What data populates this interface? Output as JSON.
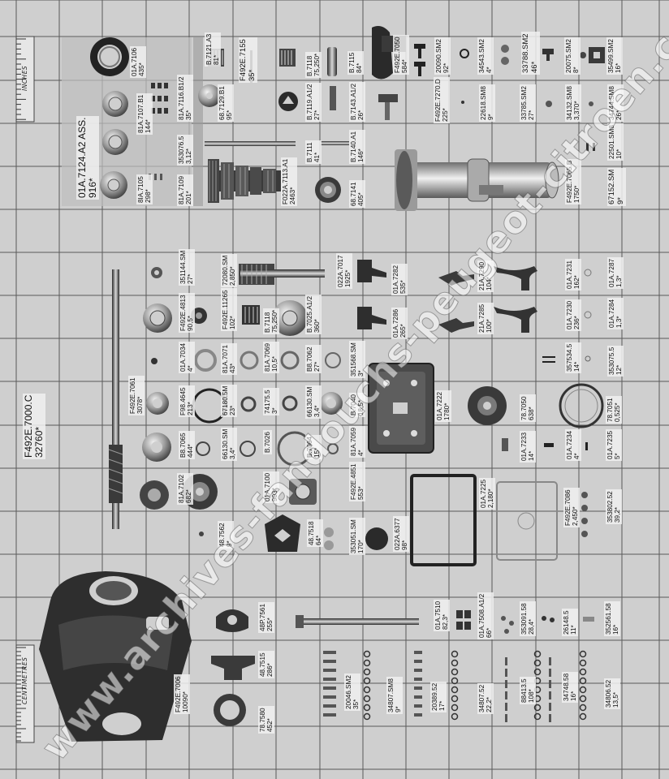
{
  "rulers": {
    "top": "INCHES",
    "bottom": "CENTIMETRES"
  },
  "watermark": "www.archives-fandouchs-peugeot-citroen.com",
  "colors": {
    "background": "#cfcfcf",
    "grid": "#5a5a5a",
    "watermark": "#ffffff"
  },
  "labels": [
    {
      "id": "l1",
      "text": "01A.7106\n435*"
    },
    {
      "id": "l2",
      "text": "B.7121.A3\n81*"
    },
    {
      "id": "l3",
      "text": "F492E.7155\n35*"
    },
    {
      "id": "l4",
      "text": "B.7118\n75,250*"
    },
    {
      "id": "l5",
      "text": "B.7115\n84*"
    },
    {
      "id": "l6",
      "text": "F492E.7050\n584*"
    },
    {
      "id": "l7",
      "text": "20090.SM2\n92*"
    },
    {
      "id": "l8",
      "text": "34543.SM2\n4*"
    },
    {
      "id": "l9",
      "text": "33788.SM2\n46*"
    },
    {
      "id": "l10",
      "text": "20075.SM2\n8*"
    },
    {
      "id": "l11",
      "text": "35499.SM2\n16*"
    },
    {
      "id": "l12",
      "text": "81A.7107.B1\n144*"
    },
    {
      "id": "l13",
      "text": "81A.7116.B1/2\n35*"
    },
    {
      "id": "l14",
      "text": "68.7129.B1\n95*"
    },
    {
      "id": "l15",
      "text": "B.7119.A1/2\n27*"
    },
    {
      "id": "l16",
      "text": "B.7143.A1/2\n26*"
    },
    {
      "id": "l17",
      "text": "F492E.7270.D\n225*"
    },
    {
      "id": "l18",
      "text": "22618.SM8\n9*"
    },
    {
      "id": "l19",
      "text": "33785.SM2\n27*"
    },
    {
      "id": "l20",
      "text": "34132.SM8\n3,370*"
    },
    {
      "id": "l21",
      "text": "34744.SM8\n26*"
    },
    {
      "id": "l22",
      "text": "01A.7124.A2 ASS.\n916*"
    },
    {
      "id": "l23",
      "text": "353076.5\n3,12*"
    },
    {
      "id": "l24",
      "text": "B.7111\n41*"
    },
    {
      "id": "l25",
      "text": "B.7140.A1\n146*"
    },
    {
      "id": "l26",
      "text": "22501.SM8\n10*"
    },
    {
      "id": "l27",
      "text": "8IA.7105\n298*"
    },
    {
      "id": "l28",
      "text": "81A.7109\n201*"
    },
    {
      "id": "l29",
      "text": "F022A.7113.A1\n2463*"
    },
    {
      "id": "l30",
      "text": "68.7141\n405*"
    },
    {
      "id": "l31",
      "text": "F492E.7065.B\n1750*"
    },
    {
      "id": "l32",
      "text": "67152.SM\n9*"
    },
    {
      "id": "l33",
      "text": "351144.SM\n27*"
    },
    {
      "id": "l34",
      "text": "72080.SM\n2,850*"
    },
    {
      "id": "l35",
      "text": "022A.7017\n1925*"
    },
    {
      "id": "l36",
      "text": "01A.7282\n535*"
    },
    {
      "id": "l37",
      "text": "21A.7290\n104*"
    },
    {
      "id": "l38",
      "text": "01A.7231\n162*"
    },
    {
      "id": "l39",
      "text": "01A.7287\n1,3*"
    },
    {
      "id": "l40",
      "text": "F492E.4813\n90,5*"
    },
    {
      "id": "l41",
      "text": "F492E.11265\n102*"
    },
    {
      "id": "l42",
      "text": "B.7118\n75,250*"
    },
    {
      "id": "l43",
      "text": "B.7025.A1/2\n360*"
    },
    {
      "id": "l44",
      "text": "01A.7286\n265*"
    },
    {
      "id": "l45",
      "text": "21A.7285\n100*"
    },
    {
      "id": "l46",
      "text": "01A.7230\n236*"
    },
    {
      "id": "l47",
      "text": "01A.7284\n1,3*"
    },
    {
      "id": "l48",
      "text": "01A.7034\n4*"
    },
    {
      "id": "l49",
      "text": "81A.7071\n43*"
    },
    {
      "id": "l50",
      "text": "81A.7069\n10,5*"
    },
    {
      "id": "l51",
      "text": "B8.7062\n27*"
    },
    {
      "id": "l52",
      "text": "351568.SM\n3*"
    },
    {
      "id": "l53",
      "text": "357534.5\n14*"
    },
    {
      "id": "l54",
      "text": "353075.5\n12*"
    },
    {
      "id": "l55",
      "text": "F492E.7061\n3078*"
    },
    {
      "id": "l56",
      "text": "F98.4645\n213*"
    },
    {
      "id": "l57",
      "text": "67180.5M\n23*"
    },
    {
      "id": "l58",
      "text": "74175.5\n3*"
    },
    {
      "id": "l59",
      "text": "66130.SM\n3,4*"
    },
    {
      "id": "l60",
      "text": "B.7040\n18,5*"
    },
    {
      "id": "l61",
      "text": "01A.7222\n1780*"
    },
    {
      "id": "l62",
      "text": "78.7050\n638*"
    },
    {
      "id": "l63",
      "text": "78.7051\n0,525*"
    },
    {
      "id": "l64",
      "text": "B8.7065\n444*"
    },
    {
      "id": "l65",
      "text": "66130.SM\n3,4*"
    },
    {
      "id": "l66",
      "text": "B.7026"
    },
    {
      "id": "l67",
      "text": "B.7064\n15*"
    },
    {
      "id": "l68",
      "text": "81A.7059\n4*"
    },
    {
      "id": "l69",
      "text": "01A.7233\n14*"
    },
    {
      "id": "l70",
      "text": "01A.7234\n4*"
    },
    {
      "id": "l71",
      "text": "01A.7235\n5*"
    },
    {
      "id": "l72",
      "text": "81A.7102\n682*"
    },
    {
      "id": "l73",
      "text": "01A.7100\n903*"
    },
    {
      "id": "l74",
      "text": "F492E.4851\n553*"
    },
    {
      "id": "l75",
      "text": "01A.7225\n2,180*"
    },
    {
      "id": "l76",
      "text": "F492E.7086\n2,450*"
    },
    {
      "id": "l77",
      "text": "353802.52\n39,2*"
    },
    {
      "id": "l78",
      "text": "48.7562\n9*"
    },
    {
      "id": "l79",
      "text": "48.7518\n64*"
    },
    {
      "id": "l80",
      "text": "353051.SM\n170*"
    },
    {
      "id": "l81",
      "text": "022A.6377\n98*"
    },
    {
      "id": "l82",
      "text": "48P.7561\n255*"
    },
    {
      "id": "l83",
      "text": "01A.7510\n82,3*"
    },
    {
      "id": "l84",
      "text": "01A.7508.A1/2\n66*"
    },
    {
      "id": "l85",
      "text": "353091.58\n28,4*"
    },
    {
      "id": "l86",
      "text": "26148.5\n11*"
    },
    {
      "id": "l87",
      "text": "352561.58\n16*"
    },
    {
      "id": "l88",
      "text": "F492E.7006\n10090*"
    },
    {
      "id": "l89",
      "text": "48.7515\n286*"
    },
    {
      "id": "l90",
      "text": "20046.SM2\n35*"
    },
    {
      "id": "l91",
      "text": "34807.SM8\n9*"
    },
    {
      "id": "l92",
      "text": "20389.52\n17*"
    },
    {
      "id": "l93",
      "text": "34807.52\n22,2*"
    },
    {
      "id": "l94",
      "text": "88413.5\n108*"
    },
    {
      "id": "l95",
      "text": "34748.58\n16*"
    },
    {
      "id": "l96",
      "text": "34806.52\n13,5*"
    },
    {
      "id": "l97",
      "text": "78.7580\n452*"
    },
    {
      "id": "l98",
      "text": "F492E.7000.C\n32760*"
    }
  ]
}
